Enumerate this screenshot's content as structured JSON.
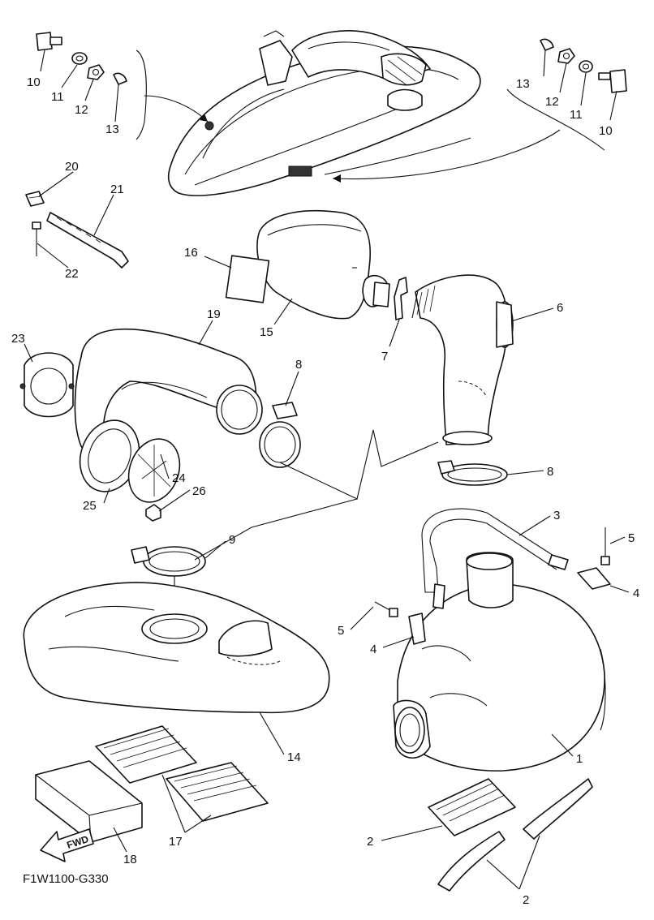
{
  "diagram": {
    "code": "F1W1100-G330",
    "fwd_label": "FWD",
    "callouts": {
      "c1": "1",
      "c2a": "2",
      "c2b": "2",
      "c3": "3",
      "c4a": "4",
      "c4b": "4",
      "c5a": "5",
      "c5b": "5",
      "c6": "6",
      "c7": "7",
      "c8a": "8",
      "c8b": "8",
      "c9": "9",
      "c10a": "10",
      "c10b": "10",
      "c11a": "11",
      "c11b": "11",
      "c12a": "12",
      "c12b": "12",
      "c13a": "13",
      "c13b": "13",
      "c14": "14",
      "c15": "15",
      "c16": "16",
      "c17": "17",
      "c18": "18",
      "c19": "19",
      "c20": "20",
      "c21": "21",
      "c22": "22",
      "c23": "23",
      "c24": "24",
      "c25": "25",
      "c26": "26"
    }
  }
}
